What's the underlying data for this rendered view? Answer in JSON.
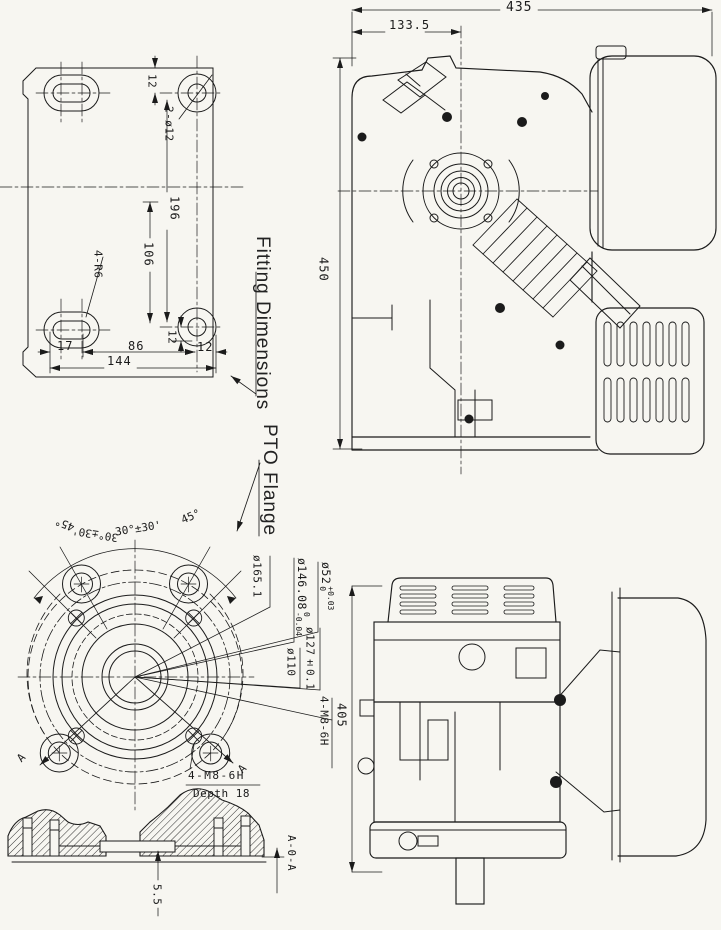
{
  "callout_labels": {
    "fitting_dimensions": "Fitting Dimensions",
    "pto_flange": "PTO Flange"
  },
  "mounting_plate_view": {
    "dim_hole_offset_top": "12",
    "hole_callout": "2-ø12",
    "dim_height_outer": "196",
    "dim_height_inner": "106",
    "slot_callout": "4-R6",
    "dim_hole_offset_bottom": "12",
    "dim_bottom_left": "17",
    "dim_bottom_mid": "86",
    "dim_bottom_right": "12",
    "dim_bottom_total": "144"
  },
  "engine_front_view": {
    "dim_width_total": "435",
    "dim_center_offset": "133.5",
    "dim_height_total": "450"
  },
  "pto_flange_view": {
    "angle_left_outer": "45°",
    "angle_left_inner": "30°±30'",
    "angle_right_inner": "30°±30'",
    "angle_right_outer": "45°",
    "dia_outer": "ø165.1",
    "dia_spigot": {
      "value": "ø52",
      "tol_upper": "+0.03",
      "tol_lower": "0"
    },
    "dia_pilot": {
      "value": "ø146.08",
      "tol_upper": "0",
      "tol_lower": "-0.04"
    },
    "dia_bolt_circle": "ø127±0.1",
    "dia_inner": "ø110",
    "thread_callout_side": "4-M8-6H",
    "thread_callout_bottom": "4-M8-6H",
    "thread_depth": "Depth 18",
    "section_arrow_left": "A",
    "section_arrow_right": "A"
  },
  "engine_side_view": {
    "dim_height_total": "405"
  },
  "section_view": {
    "dim_web_thickness": "5.5",
    "section_label": "A-0-A"
  },
  "colors": {
    "ink": "#1b1b1b",
    "paper": "#f7f6f1"
  }
}
